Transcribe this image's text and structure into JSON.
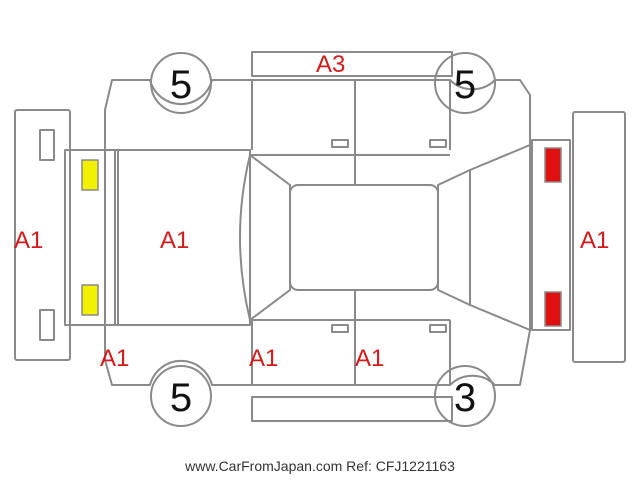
{
  "colors": {
    "outline": "#8a8a8a",
    "damage_text": "#d41a1a",
    "tire_text": "#111111",
    "front_lights": "#f2f200",
    "rear_lights": "#e01010"
  },
  "damage_labels": {
    "roof_rear_doors": "A3",
    "left_bumper": "A1",
    "hood": "A1",
    "right_bumper": "A1",
    "front_lower_left": "A1",
    "door_front_lower": "A1",
    "door_rear_lower": "A1"
  },
  "tire_depths": {
    "top_left": "5",
    "top_right": "5",
    "bottom_left": "5",
    "bottom_right": "3"
  },
  "footer": {
    "watermark": "www.CarFromJapan.com Ref: CFJ1221163"
  }
}
